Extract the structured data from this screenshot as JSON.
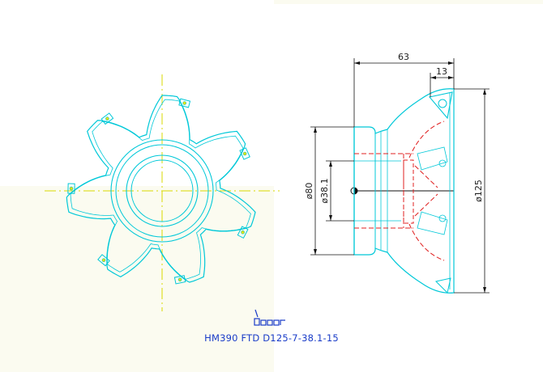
{
  "dimensions": {
    "overall_length": "63",
    "insert_projection": "13",
    "outer_diameter": "ø125",
    "body_diameter": "ø80",
    "bore_diameter": "ø38.1"
  },
  "caption": {
    "title": "HM390 FTD D125-7-38.1-15"
  },
  "colors": {
    "outline": "#00c8d8",
    "centerline": "#d8d800",
    "section": "#e02020",
    "dimension": "#111111",
    "caption": "#1a3cc8"
  }
}
